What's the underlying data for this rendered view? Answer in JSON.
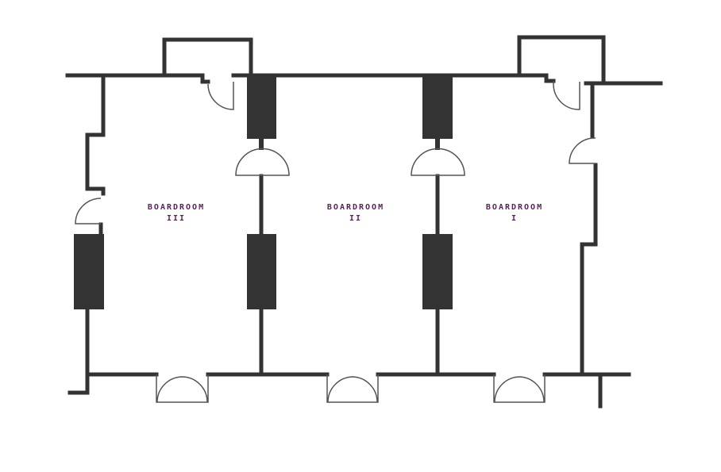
{
  "colors": {
    "wall": "#333333",
    "door_line": "#555555",
    "label": "#5b1f5b",
    "background": "#ffffff"
  },
  "rooms": [
    {
      "name": "BOARDROOM",
      "number": "III"
    },
    {
      "name": "BOARDROOM",
      "number": "II"
    },
    {
      "name": "BOARDROOM",
      "number": "I"
    }
  ]
}
